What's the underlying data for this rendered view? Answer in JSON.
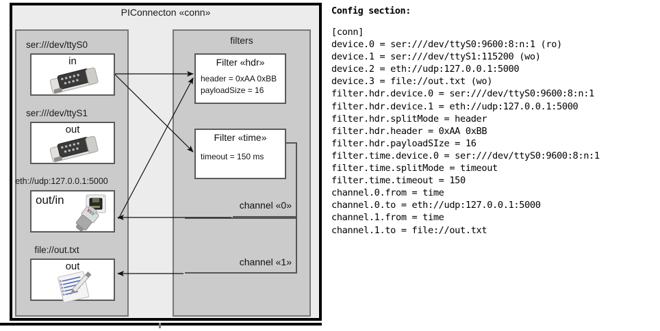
{
  "diagram": {
    "title": "PIConnecton «conn»",
    "devices_panel": {
      "title": "",
      "items": [
        {
          "label": "ser:///dev/ttyS0",
          "io": "in",
          "icon": "serial-port-icon"
        },
        {
          "label": "ser:///dev/ttyS1",
          "io": "out",
          "icon": "serial-port-icon"
        },
        {
          "label": "eth://udp:127.0.0.1:5000",
          "io": "out/in",
          "icon": "network-plug-icon"
        },
        {
          "label": "file://out.txt",
          "io": "out",
          "icon": "text-file-icon"
        }
      ]
    },
    "filters_panel": {
      "title": "filters",
      "filters": [
        {
          "title": "Filter «hdr»",
          "attrs": [
            "header = 0xAA 0xBB",
            "payloadSize = 16"
          ]
        },
        {
          "title": "Filter «time»",
          "attrs": [
            "timeout = 150 ms"
          ]
        }
      ],
      "channels": [
        {
          "label": "channel «0»"
        },
        {
          "label": "channel «1»"
        }
      ]
    }
  },
  "config": {
    "heading": "Config section:",
    "lines": [
      "[conn]",
      "device.0 = ser:///dev/ttyS0:9600:8:n:1 (ro)",
      "device.1 = ser:///dev/ttyS1:115200 (wo)",
      "device.2 = eth://udp:127.0.0.1:5000",
      "device.3 = file://out.txt (wo)",
      "filter.hdr.device.0 = ser:///dev/ttyS0:9600:8:n:1",
      "filter.hdr.device.1 = eth://udp:127.0.0.1:5000",
      "filter.hdr.splitMode = header",
      "filter.hdr.header = 0xAA 0xBB",
      "filter.hdr.payloadSIze = 16",
      "filter.time.device.0 = ser:///dev/ttyS0:9600:8:n:1",
      "filter.time.splitMode = timeout",
      "filter.time.timeout = 150",
      "channel.0.from = time",
      "channel.0.to = eth://udp:127.0.0.1:5000",
      "channel.1.from = time",
      "channel.1.to = file://out.txt"
    ]
  },
  "colors": {
    "outer_panel": "#ececec",
    "inner_panel": "#cbcbcb",
    "box_fill": "#ffffff",
    "border_dark": "#000000",
    "border_gray": "#777777",
    "text": "#111111"
  }
}
